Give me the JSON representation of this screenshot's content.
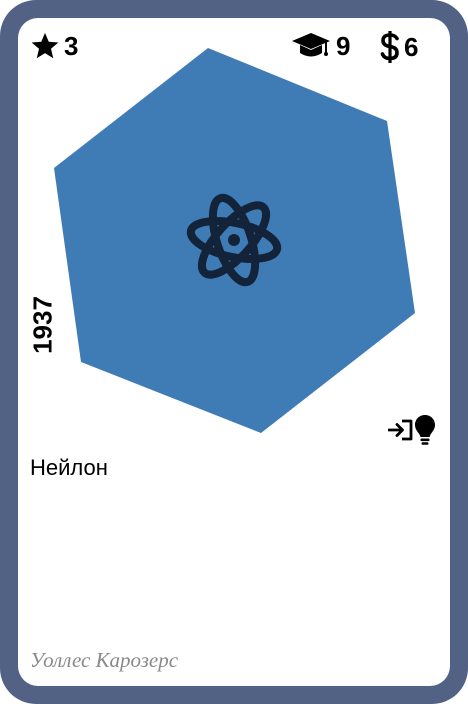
{
  "card": {
    "stars": "3",
    "education": "9",
    "cost": "6",
    "year": "1937",
    "name": "Нейлон",
    "author": "Уоллес Карозерс",
    "icons": {
      "top_left": "star-icon",
      "education": "graduation-cap-icon",
      "cost": "dollar-icon",
      "center": "atom-icon",
      "effect": [
        "enter-icon",
        "lightbulb-icon"
      ]
    },
    "colors": {
      "frame": "#526284",
      "hexagon": "#3f7cb6",
      "atom": "#13243a"
    }
  }
}
